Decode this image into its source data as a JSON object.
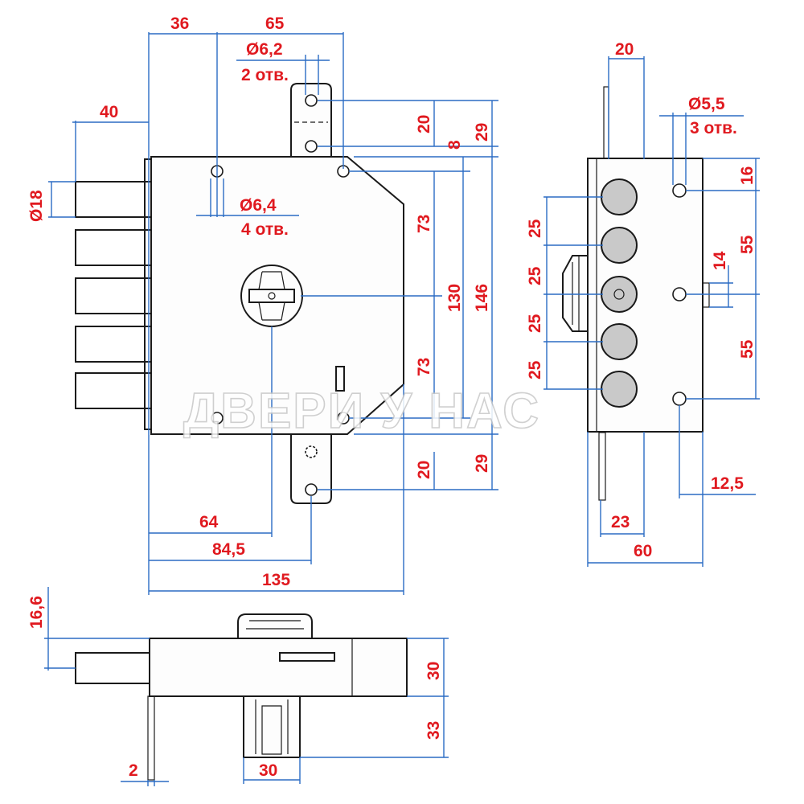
{
  "dims": {
    "d36": "36",
    "d65": "65",
    "d40": "40",
    "hole62": "Ø6,2",
    "holes2": "2 отв.",
    "d18": "Ø18",
    "hole64": "Ø6,4",
    "holes4": "4 отв.",
    "d20a": "20",
    "d8": "8",
    "d29a": "29",
    "d73a": "73",
    "d130": "130",
    "d146": "146",
    "d73b": "73",
    "d29b": "29",
    "d20b": "20",
    "d64": "64",
    "d845": "84,5",
    "d135": "135",
    "s20": "20",
    "hole55": "Ø5,5",
    "holes3": "3 отв.",
    "s16": "16",
    "s25a": "25",
    "s25b": "25",
    "s25c": "25",
    "s25d": "25",
    "s55a": "55",
    "s14": "14",
    "s55b": "55",
    "s125": "12,5",
    "s23": "23",
    "s60": "60",
    "b166": "16,6",
    "b30r": "30",
    "b33": "33",
    "b2": "2",
    "b30b": "30"
  },
  "watermark": "ДВЕРИ У НАС",
  "colors": {
    "dimension_text": "#e0191f",
    "dimension_lines": "#2b6cc4",
    "outline": "#1a1a1a",
    "roller": "#c9c9c9"
  }
}
